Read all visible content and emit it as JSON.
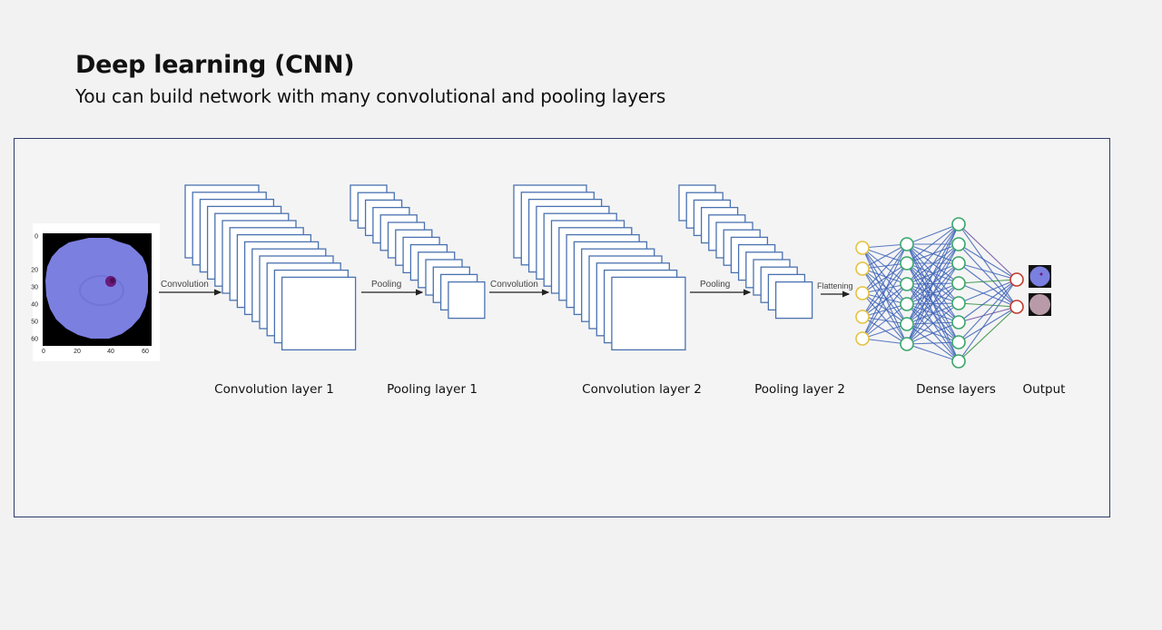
{
  "slide": {
    "title": "Deep learning (CNN)",
    "subtitle": "You can build network with many convolutional and pooling layers"
  },
  "input_image": {
    "y_ticks": [
      "0",
      "20",
      "30",
      "40",
      "50",
      "60"
    ],
    "x_ticks": [
      "0",
      "20",
      "40",
      "60"
    ]
  },
  "arrows": {
    "convolution_1": "Convolution",
    "pooling_1": "Pooling",
    "convolution_2": "Convolution",
    "pooling_2": "Pooling",
    "flattening": "Flattening"
  },
  "captions": {
    "conv1": "Convolution layer 1",
    "pool1": "Pooling layer 1",
    "conv2": "Convolution layer 2",
    "pool2": "Pooling layer 2",
    "dense": "Dense layers",
    "output": "Output"
  },
  "colors": {
    "frame_border": "#2d3c6b",
    "feature_map_stroke": "#4a72b0",
    "input_node": "#e6c23c",
    "hidden_node": "#3aa66a",
    "output_node": "#c0392b",
    "edge_blue": "#3d63b8",
    "edge_green": "#2e8b3a",
    "edge_purple": "#6a4ca0",
    "cell_color": "#7b7fe0",
    "parasite_color": "#6a1a7a"
  }
}
